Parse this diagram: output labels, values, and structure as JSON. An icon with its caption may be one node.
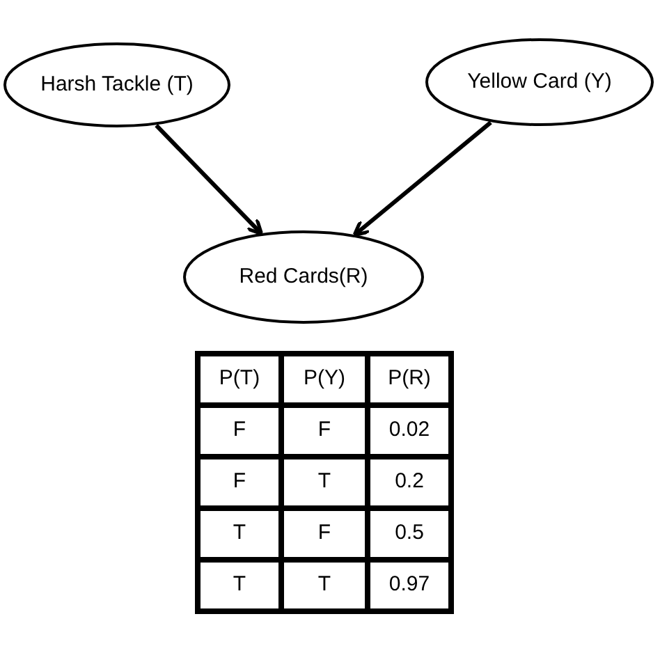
{
  "diagram": {
    "nodes": [
      {
        "text": [
          "Harsh Tackle (T)"
        ]
      },
      {
        "text": [
          "Yellow Card (Y)"
        ]
      },
      {
        "text": [
          "Red Cards(R)"
        ]
      }
    ],
    "edges": [
      {
        "from": 0,
        "to": 2,
        "arrow": "to"
      },
      {
        "from": 1,
        "to": 2,
        "arrow": "to"
      }
    ],
    "labels": [
      "P(T)",
      "P(Y)",
      "P(R)",
      "F",
      "F",
      "0.02",
      "F",
      "T",
      "0.2",
      "T",
      "F",
      "0.5",
      "T",
      "T",
      "0.97"
    ]
  }
}
